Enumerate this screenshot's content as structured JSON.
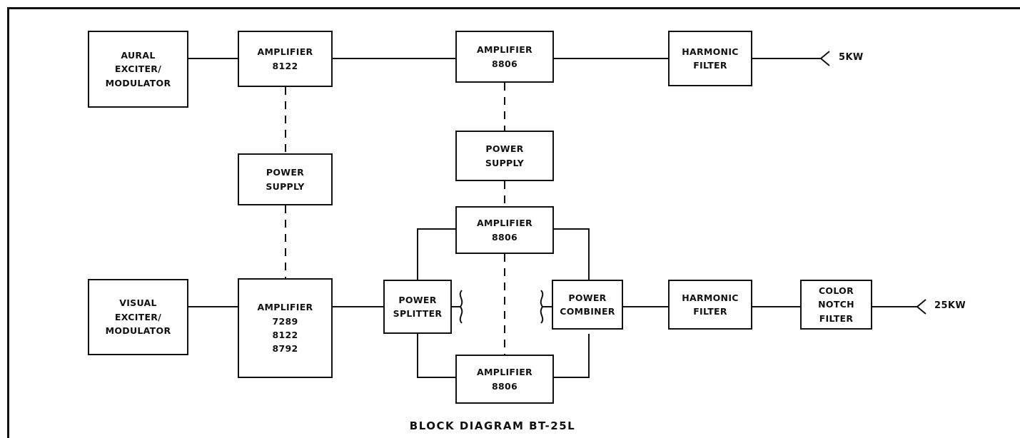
{
  "blocks": {
    "aural_exciter": [
      "AURAL",
      "EXCITER/",
      "MODULATOR"
    ],
    "amp_8122_top": [
      "AMPLIFIER",
      "8122"
    ],
    "amp_8806_top": [
      "AMPLIFIER",
      "8806"
    ],
    "harmonic_filter_top": [
      "HARMONIC",
      "FILTER"
    ],
    "power_supply_left": [
      "POWER",
      "SUPPLY"
    ],
    "power_supply_right": [
      "POWER",
      "SUPPLY"
    ],
    "amp_8806_mid": [
      "AMPLIFIER",
      "8806"
    ],
    "visual_exciter": [
      "VISUAL",
      "EXCITER/",
      "MODULATOR"
    ],
    "amp_visual": [
      "AMPLIFIER",
      "7289",
      "8122",
      "8792"
    ],
    "power_splitter": [
      "POWER",
      "SPLITTER"
    ],
    "power_combiner": [
      "POWER",
      "COMBINER"
    ],
    "harmonic_filter_bottom": [
      "HARMONIC",
      "FILTER"
    ],
    "color_notch_filter": [
      "COLOR",
      "NOTCH",
      "FILTER"
    ],
    "amp_8806_bottom": [
      "AMPLIFIER",
      "8806"
    ]
  },
  "outputs": {
    "aural": "5KW",
    "visual": "25KW"
  },
  "caption": "BLOCK DIAGRAM BT-25L"
}
